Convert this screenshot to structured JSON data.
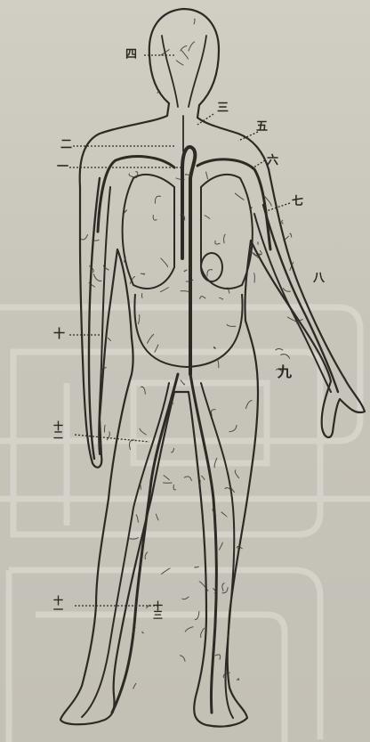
{
  "colors": {
    "paper": "#c9c6bc",
    "ink": "#2d2a25",
    "ink_light": "#4a463f",
    "watermark": "#e3e1da"
  },
  "labels": [
    {
      "id": "l1",
      "text": "一"
    },
    {
      "id": "l2",
      "text": "二"
    },
    {
      "id": "l3",
      "text": "三"
    },
    {
      "id": "l4",
      "text": "四"
    },
    {
      "id": "l5",
      "text": "五"
    },
    {
      "id": "l6",
      "text": "六"
    },
    {
      "id": "l7",
      "text": "七"
    },
    {
      "id": "l8",
      "text": "八"
    },
    {
      "id": "l9",
      "text": "九"
    },
    {
      "id": "l10",
      "text": "十"
    },
    {
      "id": "l11",
      "text": "十一"
    },
    {
      "id": "l12",
      "text": "十二"
    },
    {
      "id": "l13",
      "text": "十三"
    }
  ]
}
